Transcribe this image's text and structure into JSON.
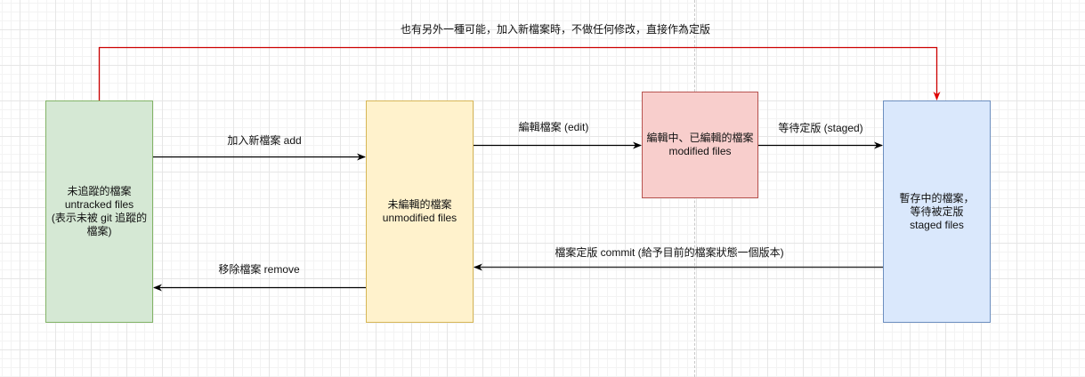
{
  "diagram": {
    "title": "Git file lifecycle",
    "nodes": {
      "untracked": {
        "label": "未追蹤的檔案\nuntracked files\n(表示未被 git 追蹤的\n檔案)",
        "fill": "#d5e8d4",
        "stroke": "#82b366"
      },
      "unmodified": {
        "label": "未編輯的檔案\nunmodified files",
        "fill": "#fff2cc",
        "stroke": "#d6b656"
      },
      "modified": {
        "label": "編輯中、已編輯的檔案\nmodified files",
        "fill": "#f8cecc",
        "stroke": "#b85450"
      },
      "staged": {
        "label": "暫存中的檔案，\n等待被定版\nstaged files",
        "fill": "#dae8fc",
        "stroke": "#6c8ebf"
      }
    },
    "edges": {
      "alternative": {
        "label": "也有另外一種可能，加入新檔案時，不做任何修改，直接作為定版",
        "from": "untracked",
        "to": "staged",
        "color": "#cc0000"
      },
      "add": {
        "label": "加入新檔案 add",
        "from": "untracked",
        "to": "unmodified",
        "color": "#000000"
      },
      "edit": {
        "label": "編輯檔案 (edit)",
        "from": "unmodified",
        "to": "modified",
        "color": "#000000"
      },
      "stage": {
        "label": "等待定版 (staged)",
        "from": "modified",
        "to": "staged",
        "color": "#000000"
      },
      "commit": {
        "label": "檔案定版 commit (給予目前的檔案狀態一個版本)",
        "from": "staged",
        "to": "unmodified",
        "color": "#000000"
      },
      "remove": {
        "label": "移除檔案 remove",
        "from": "unmodified",
        "to": "untracked",
        "color": "#000000"
      }
    }
  }
}
